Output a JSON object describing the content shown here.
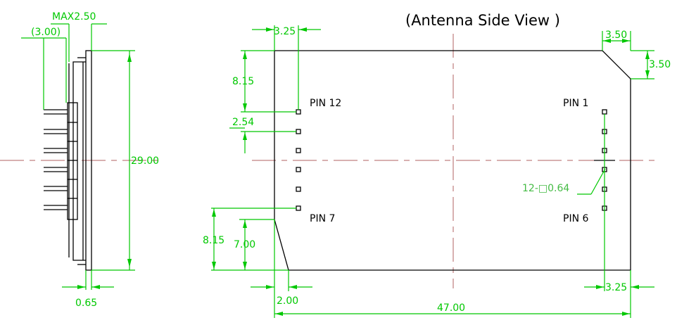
{
  "title": "(Antenna Side View )",
  "side_view": {
    "max_label": "MAX2.50",
    "offset_label": "(3.00)",
    "height_label": "29.00",
    "thickness_label": "0.65"
  },
  "front_view": {
    "pin_labels": {
      "pin12": "PIN 12",
      "pin1": "PIN 1",
      "pin7": "PIN 7",
      "pin6": "PIN 6"
    },
    "dims": {
      "top_left_325": "3.25",
      "top_right_350": "3.50",
      "right_350": "3.50",
      "left_815_top": "8.15",
      "pitch_254": "2.54",
      "left_815_bottom": "8.15",
      "left_700": "7.00",
      "bottom_200": "2.00",
      "bottom_4700": "47.00",
      "bottom_right_325": "3.25"
    },
    "pad_note": "12-□0.64"
  },
  "colors": {
    "dimension": "#00c800",
    "outline": "#000000",
    "centerline": "#b06060"
  }
}
